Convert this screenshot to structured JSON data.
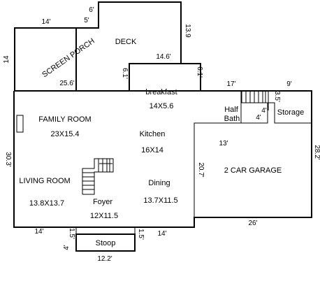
{
  "rooms": {
    "screen_porch": "SCREEN PORCH",
    "deck": "DECK",
    "breakfast": "breakfast",
    "breakfast_size": "14X5.6",
    "family_room": "FAMILY ROOM",
    "family_room_size": "23X15.4",
    "kitchen": "Kitchen",
    "kitchen_size": "16X14",
    "half_bath_line1": "Half",
    "half_bath_line2": "Bath",
    "storage": "Storage",
    "garage": "2 CAR GARAGE",
    "living_room": "LIVING ROOM",
    "living_room_size": "13.8X13.7",
    "dining": "Dining",
    "dining_size": "13.7X11.5",
    "foyer": "Foyer",
    "foyer_size": "12X11.5",
    "stoop": "Stoop"
  },
  "dims": {
    "porch_top": "14'",
    "deck_notch_top": "6'",
    "deck_notch_side": "5'",
    "porch_left": "14",
    "deck_right": "13.9",
    "deck_bottom": "14.6'",
    "porch_bottom": "25.6'",
    "deck_step_left": "6.1'",
    "deck_step_right": "6.1'",
    "garage_top_left": "17'",
    "garage_top_right": "9'",
    "stair_35": "3.5'",
    "stair_4a": "4'",
    "stair_4b": "4'",
    "left_wall": "30.3'",
    "garage_13": "13'",
    "garage_207": "20.7'",
    "garage_right": "28.2'",
    "garage_bottom": "26'",
    "bottom_left": "14'",
    "stoop_left_15": "1.5'",
    "stoop_right_15": "1.5'",
    "bottom_right": "14'",
    "stoop_side": "4'",
    "stoop_width": "12.2'"
  }
}
